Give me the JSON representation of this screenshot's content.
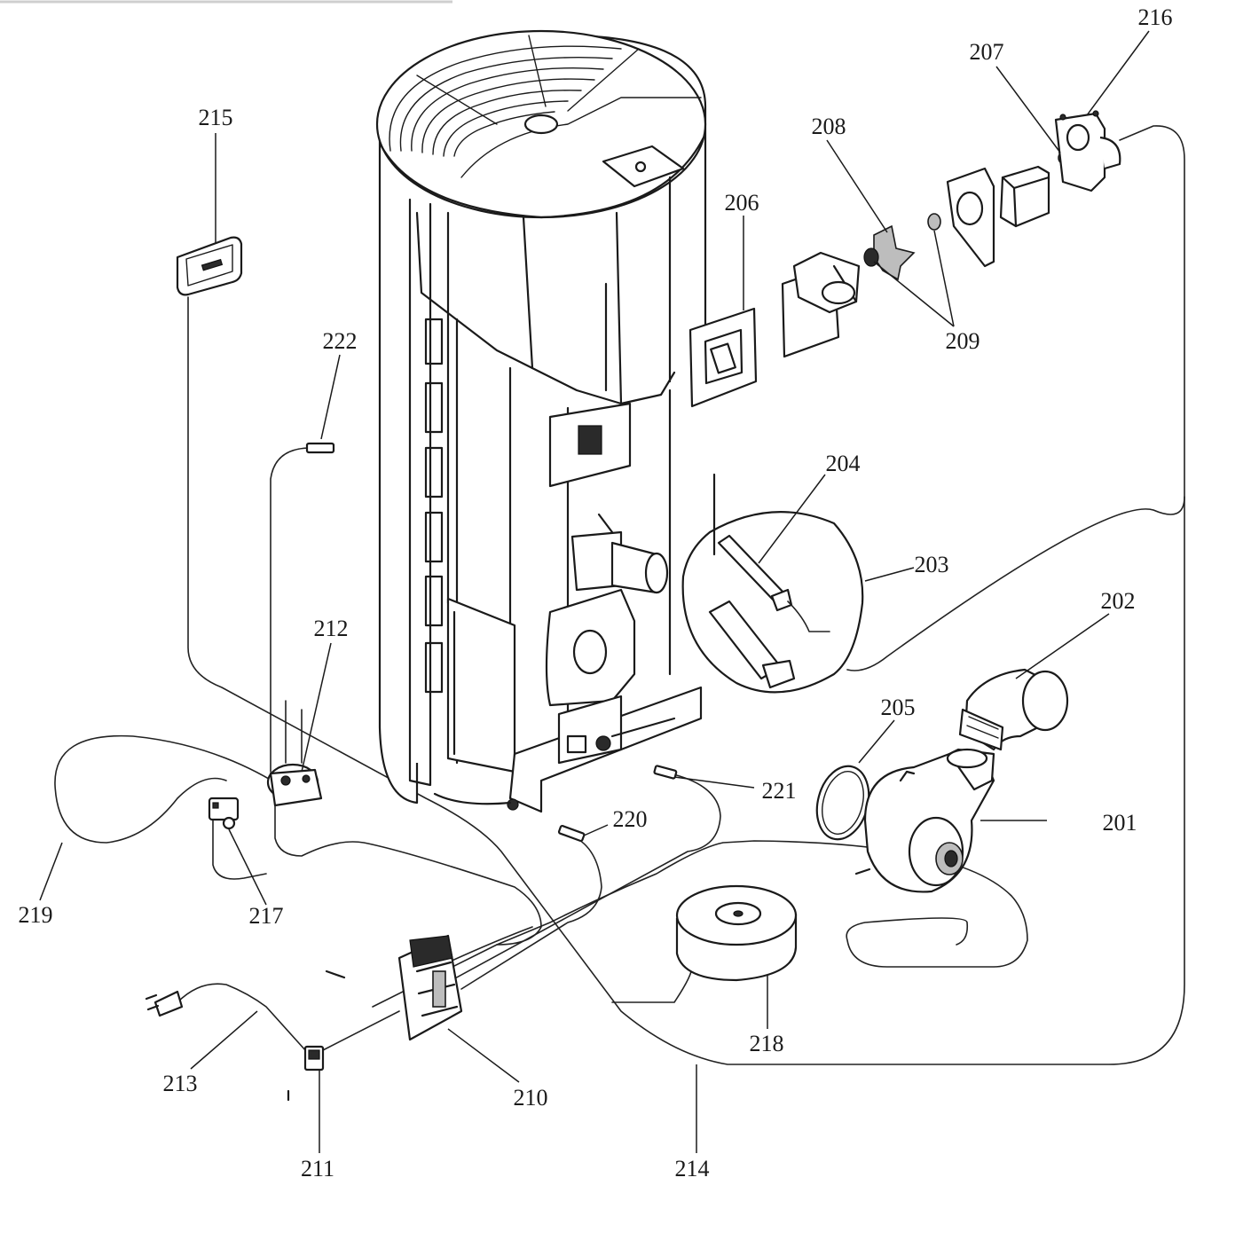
{
  "callouts": {
    "c201": "201",
    "c202": "202",
    "c203": "203",
    "c204": "204",
    "c205": "205",
    "c206": "206",
    "c207": "207",
    "c208": "208",
    "c209": "209",
    "c210": "210",
    "c211": "211",
    "c212": "212",
    "c213": "213",
    "c214": "214",
    "c215": "215",
    "c216": "216",
    "c217": "217",
    "c218": "218",
    "c219": "219",
    "c220": "220",
    "c221": "221",
    "c222": "222"
  },
  "colors": {
    "ink": "#1a1a1a",
    "background": "#ffffff",
    "shading": "#bdbdbd"
  }
}
